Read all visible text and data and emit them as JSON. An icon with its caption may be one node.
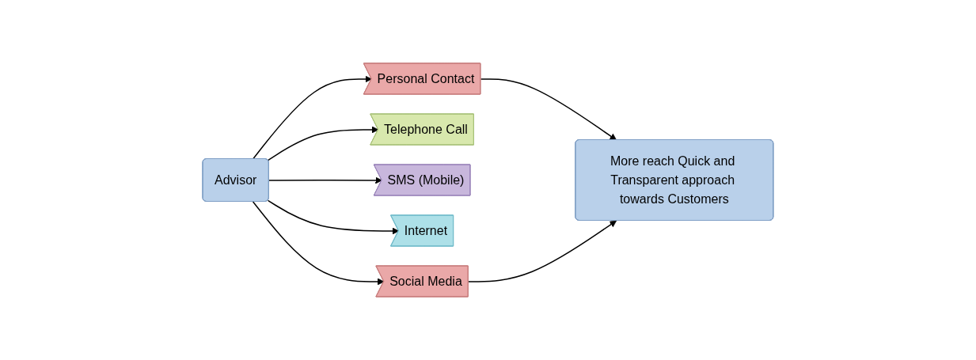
{
  "diagram": {
    "nodes": [
      {
        "text": [
          "Advisor"
        ]
      },
      {
        "text": [
          "Personal Contact"
        ]
      },
      {
        "text": [
          "Telephone Call"
        ]
      },
      {
        "text": [
          "SMS (Mobile)"
        ]
      },
      {
        "text": [
          "Internet"
        ]
      },
      {
        "text": [
          "Social Media"
        ]
      },
      {
        "text": [
          "More reach Quick and Transparent approach towards Customers"
        ]
      }
    ],
    "edges": [
      {
        "from": 0,
        "to": 1,
        "arrow": "to"
      },
      {
        "from": 0,
        "to": 2,
        "arrow": "to"
      },
      {
        "from": 0,
        "to": 3,
        "arrow": "to"
      },
      {
        "from": 0,
        "to": 4,
        "arrow": "to"
      },
      {
        "from": 0,
        "to": 5,
        "arrow": "to"
      },
      {
        "from": 1,
        "to": 6,
        "arrow": "to"
      },
      {
        "from": 5,
        "to": 6,
        "arrow": "to"
      }
    ]
  }
}
